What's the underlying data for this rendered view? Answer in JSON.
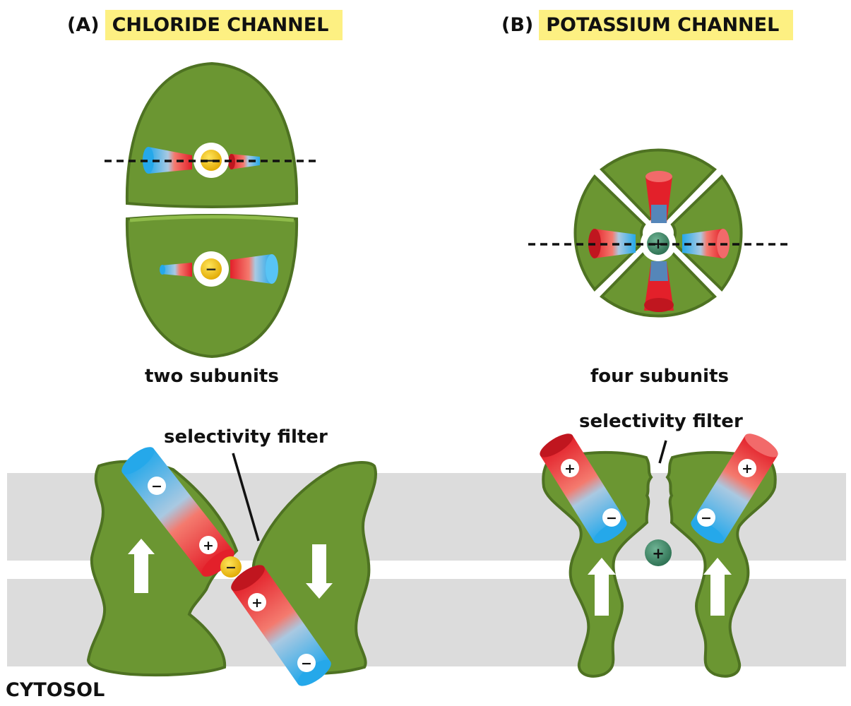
{
  "panel_a": {
    "letter": "(A)",
    "name": "CHLORIDE CHANNEL",
    "caption": "two subunits",
    "filter_label": "selectivity filter"
  },
  "panel_b": {
    "letter": "(B)",
    "name": "POTASSIUM CHANNEL",
    "caption": "four subunits",
    "filter_label": "selectivity filter"
  },
  "cytosol_label": "CYTOSOL",
  "symbols": {
    "minus": "−",
    "plus": "+"
  },
  "colors": {
    "protein": "#6b9632",
    "protein_dark": "#4e7222",
    "protein_light": "#8fbc4a",
    "membrane": "#dcdcdc",
    "highlight": "#fdf082",
    "helix_red": "#e3202a",
    "helix_blue": "#25a8ea",
    "chloride_ion": "#f3c300",
    "potassium_ion": "#3f8a6a"
  }
}
